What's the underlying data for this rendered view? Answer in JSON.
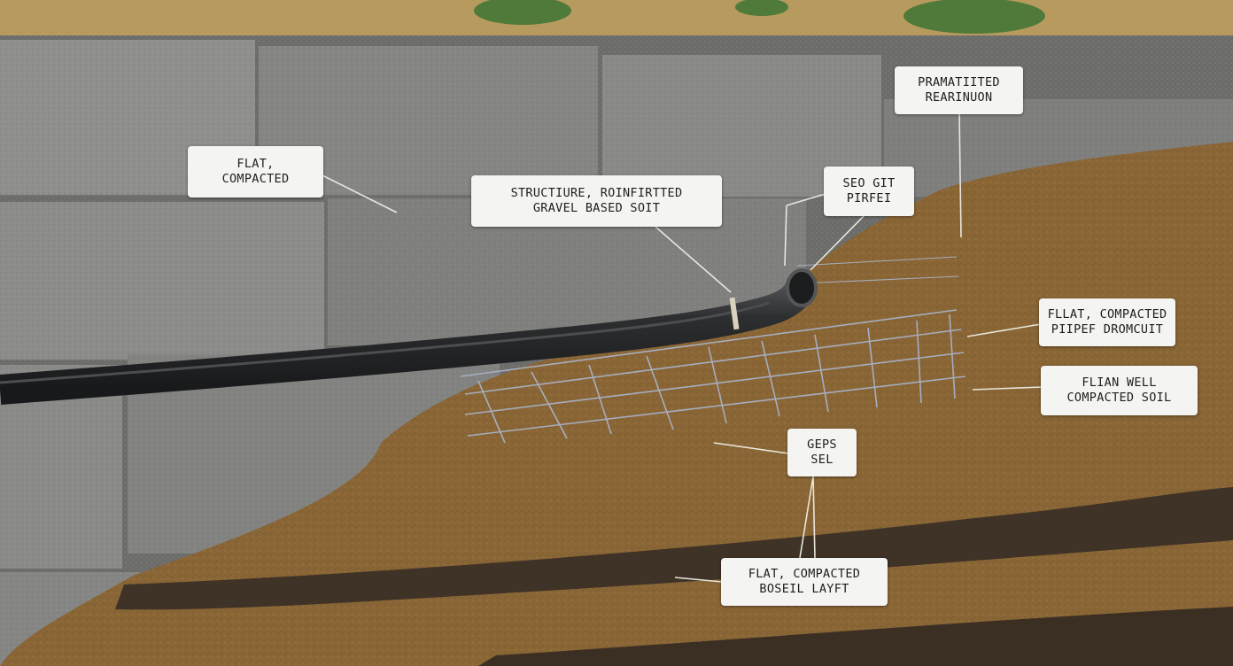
{
  "diagram": {
    "labels": [
      {
        "id": "flat-compacted-top",
        "lines": [
          "FLAT,",
          "COMPACTED"
        ]
      },
      {
        "id": "structure-gravel",
        "lines": [
          "STRUCTIURE, ROINFIRTTED",
          "GRAVEL BASED SOIT"
        ]
      },
      {
        "id": "pramatiited",
        "lines": [
          "PRAMATIITED",
          "REARINUON"
        ]
      },
      {
        "id": "seo-git-pirfei",
        "lines": [
          "SEO GIT",
          "PIRFEI"
        ]
      },
      {
        "id": "fllat-pipe",
        "lines": [
          "FLLAT, COMPACTED",
          "PIIPEF DROMCUIT"
        ]
      },
      {
        "id": "flian-well",
        "lines": [
          "FLIAN WELL",
          "COMPACTED SOIL"
        ]
      },
      {
        "id": "geps-sel",
        "lines": [
          "GEPS",
          "SEL"
        ]
      },
      {
        "id": "flat-boseil",
        "lines": [
          "FLAT, COMPACTED",
          "BOSEIL LAYFT"
        ]
      }
    ]
  },
  "colors": {
    "block": "#8e8f8d",
    "block_dark": "#6c6d6b",
    "soil": "#8a6636",
    "soil_dark": "#3f3226",
    "grass": "#b79a5e",
    "pipe": "#2a2b2c",
    "mesh": "#9aa3b5",
    "label_bg": "#f4f4f2"
  }
}
